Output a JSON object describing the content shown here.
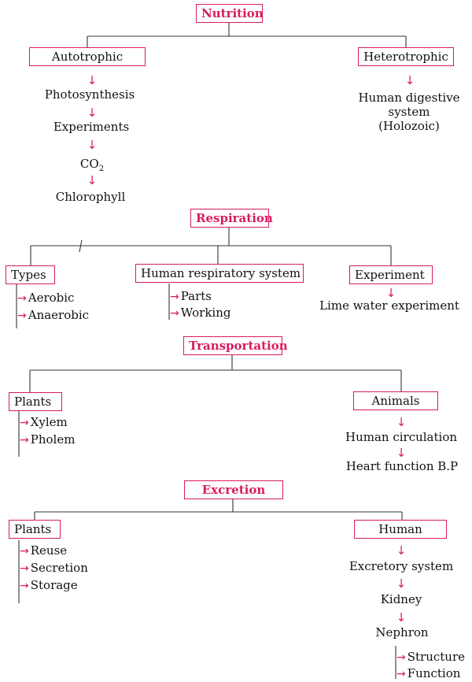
{
  "nutrition": {
    "title": "Nutrition",
    "autotrophic": {
      "label": "Autotrophic",
      "chain": [
        "Photosynthesis",
        "Experiments",
        "CO",
        "Chlorophyll"
      ],
      "co2_subscript": "2"
    },
    "heterotrophic": {
      "label": "Heterotrophic",
      "item": [
        "Human digestive",
        "system",
        "(Holozoic)"
      ]
    }
  },
  "respiration": {
    "title": "Respiration",
    "types": {
      "label": "Types",
      "items": [
        "Aerobic",
        "Anaerobic"
      ]
    },
    "human_system": {
      "label": "Human respiratory system",
      "items": [
        "Parts",
        "Working"
      ]
    },
    "experiment": {
      "label": "Experiment",
      "item": "Lime water experiment"
    }
  },
  "transportation": {
    "title": "Transportation",
    "plants": {
      "label": "Plants",
      "items": [
        "Xylem",
        "Pholem"
      ]
    },
    "animals": {
      "label": "Animals",
      "chain": [
        "Human circulation",
        "Heart function B.P"
      ]
    }
  },
  "excretion": {
    "title": "Excretion",
    "plants": {
      "label": "Plants",
      "items": [
        "Reuse",
        "Secretion",
        "Storage"
      ]
    },
    "human": {
      "label": "Human",
      "chain": [
        "Excretory system",
        "Kidney",
        "Nephron"
      ],
      "nephron_items": [
        "Structure",
        "Function"
      ]
    }
  },
  "colors": {
    "accent": "#d81b60",
    "text": "#111111"
  },
  "icons": {
    "down_arrow": "↓",
    "right_arrow": "→"
  }
}
